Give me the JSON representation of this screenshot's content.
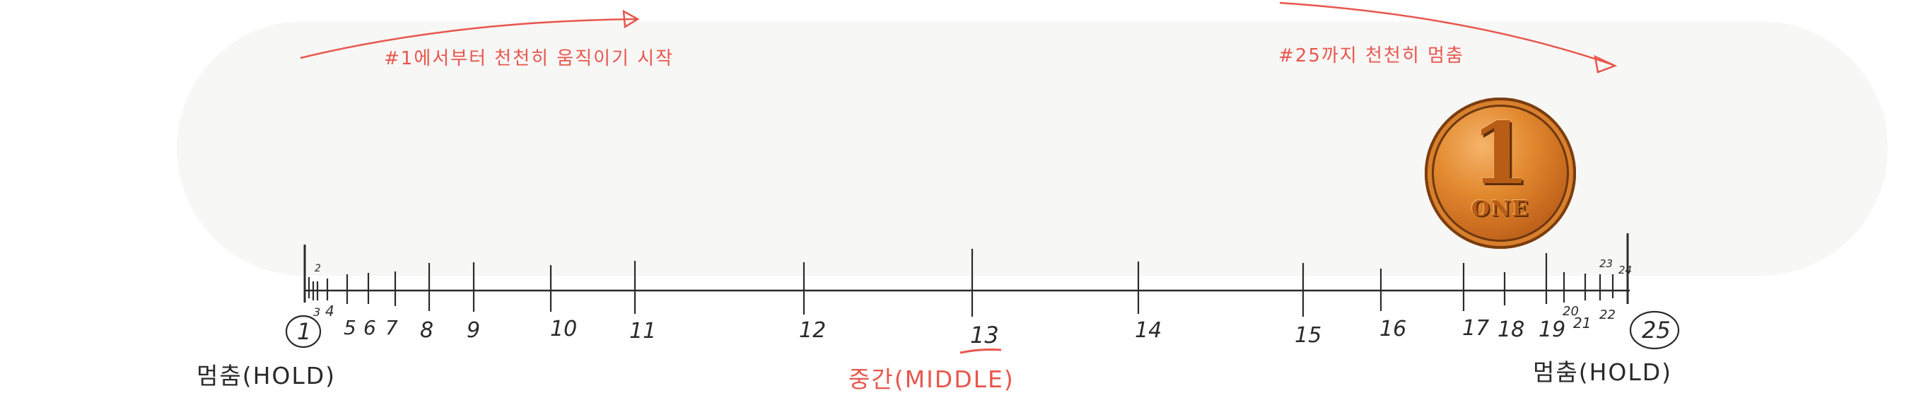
{
  "top_left_note": "#1에서부터 천천히 움직이기 시작",
  "top_right_note": "#25까지 천천히 멈춤",
  "left_hold_label": "멈춤(HOLD)",
  "right_hold_label": "멈춤(HOLD)",
  "middle_label": "중간(MIDDLE)",
  "coin": {
    "numeral": "1",
    "word": "ONE",
    "icon": "coin-icon"
  },
  "ticks": [
    {
      "n": "1",
      "circled": true
    },
    {
      "n": "2"
    },
    {
      "n": "3"
    },
    {
      "n": "4"
    },
    {
      "n": "5"
    },
    {
      "n": "6"
    },
    {
      "n": "7"
    },
    {
      "n": "8"
    },
    {
      "n": "9"
    },
    {
      "n": "10"
    },
    {
      "n": "11"
    },
    {
      "n": "12"
    },
    {
      "n": "13",
      "underlined": true
    },
    {
      "n": "14"
    },
    {
      "n": "15"
    },
    {
      "n": "16"
    },
    {
      "n": "17"
    },
    {
      "n": "18"
    },
    {
      "n": "19"
    },
    {
      "n": "20"
    },
    {
      "n": "21"
    },
    {
      "n": "22"
    },
    {
      "n": "23"
    },
    {
      "n": "24"
    },
    {
      "n": "25",
      "circled": true
    }
  ],
  "colors": {
    "accent": "#e8564c",
    "ink": "#2a2a2a",
    "coin": "#d9802c"
  }
}
